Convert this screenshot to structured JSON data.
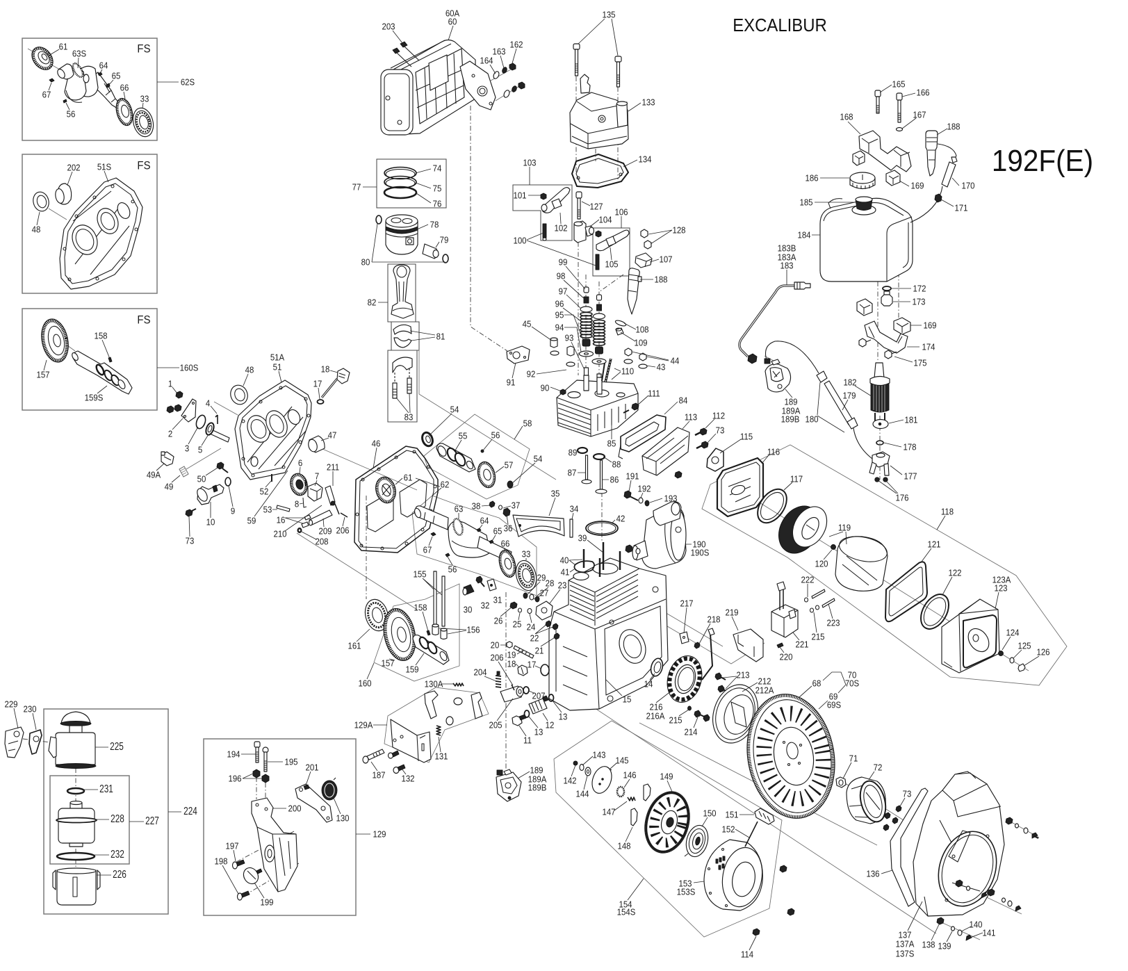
{
  "header": {
    "brand": "EXCALIBUR",
    "model": "192F(E)"
  },
  "insets": {
    "crankshaft_fs": {
      "tag": "FS",
      "assembly": "62S",
      "callouts": [
        "61",
        "63S",
        "64",
        "65",
        "66",
        "33",
        "67",
        "56"
      ]
    },
    "crankcase_cover_fs": {
      "tag": "FS",
      "callouts": [
        "202",
        "51S",
        "48"
      ]
    },
    "camshaft_fs": {
      "tag": "FS",
      "assembly": "160S",
      "callouts": [
        "158",
        "157",
        "159S"
      ]
    }
  },
  "muffler": {
    "callouts": [
      "60A",
      "60",
      "203",
      "164",
      "163",
      "162"
    ]
  },
  "valve_cover": {
    "callouts": [
      "135",
      "133",
      "134"
    ]
  },
  "fuel_tank": {
    "callouts": [
      "165",
      "166",
      "167",
      "168",
      "188",
      "169",
      "170",
      "171",
      "186",
      "185",
      "184",
      "172",
      "173",
      "169",
      "174",
      "175"
    ]
  },
  "fuel_system": {
    "callouts": [
      "183B",
      "183A",
      "183",
      "182",
      "179",
      "181",
      "178",
      "177",
      "176",
      "189",
      "189A",
      "189B",
      "180"
    ]
  },
  "piston_rod": {
    "callouts": [
      "74",
      "75",
      "76",
      "77",
      "78",
      "79",
      "80",
      "82",
      "81",
      "83"
    ]
  },
  "cylinder_head": {
    "callouts": [
      "103",
      "101",
      "102",
      "100",
      "127",
      "104",
      "106",
      "128",
      "105",
      "107",
      "99",
      "98",
      "97",
      "96",
      "95",
      "94",
      "93",
      "188",
      "108",
      "109",
      "45",
      "44",
      "43",
      "110",
      "92",
      "91",
      "90",
      "111",
      "84",
      "113",
      "112",
      "73",
      "115",
      "85",
      "89",
      "88",
      "87",
      "86"
    ]
  },
  "crankcase_cover": {
    "callouts": [
      "1",
      "2",
      "3",
      "4",
      "5",
      "48",
      "51A",
      "51",
      "18",
      "17",
      "47",
      "49A",
      "49",
      "50",
      "6",
      "7",
      "8",
      "52",
      "53",
      "59",
      "16",
      "211",
      "210",
      "208",
      "209",
      "206",
      "10",
      "9",
      "73"
    ]
  },
  "camshaft": {
    "callouts": [
      "46",
      "54",
      "55",
      "56",
      "58",
      "57",
      "54",
      "61",
      "62"
    ]
  },
  "crankshaft": {
    "callouts": [
      "35",
      "34",
      "38",
      "37",
      "36",
      "63",
      "64",
      "65",
      "66",
      "67",
      "33",
      "56"
    ]
  },
  "cylinder_block": {
    "callouts": [
      "42",
      "39",
      "40",
      "41",
      "29",
      "28",
      "27",
      "23",
      "30",
      "32",
      "31",
      "26",
      "25",
      "24",
      "22",
      "21",
      "20",
      "19",
      "206",
      "18",
      "17",
      "15",
      "14"
    ]
  },
  "timing_gear": {
    "callouts": [
      "155",
      "158",
      "156",
      "161",
      "157",
      "159",
      "160"
    ]
  },
  "oil_pump": {
    "callouts": [
      "204",
      "205",
      "207",
      "13",
      "12",
      "13",
      "11"
    ]
  },
  "governor": {
    "callouts": [
      "130A",
      "129A",
      "131",
      "187",
      "132"
    ]
  },
  "fuel_pump": {
    "callouts": [
      "189",
      "189A",
      "189B"
    ]
  },
  "starter_motor": {
    "callouts": [
      "191",
      "192",
      "193",
      "190",
      "190S"
    ]
  },
  "air_cleaner": {
    "callouts": [
      "116",
      "117",
      "118",
      "119",
      "120",
      "121",
      "122",
      "123A",
      "123",
      "124",
      "125",
      "126"
    ]
  },
  "charging_ignition": {
    "callouts": [
      "222",
      "223",
      "215",
      "221",
      "220",
      "219",
      "218",
      "217",
      "216",
      "216A",
      "215",
      "214",
      "213",
      "212",
      "212A"
    ]
  },
  "flywheel": {
    "callouts": [
      "68",
      "70",
      "70S",
      "69",
      "69S",
      "71",
      "72",
      "73"
    ]
  },
  "fan_cover": {
    "callouts": [
      "136",
      "137",
      "137A",
      "137S",
      "138",
      "139",
      "140",
      "141"
    ]
  },
  "oil_bath_air_cleaner": {
    "assembly": "224",
    "callouts": [
      "229",
      "230",
      "225",
      "231",
      "228",
      "227",
      "232",
      "226"
    ]
  },
  "speed_control": {
    "assembly": "129",
    "callouts": [
      "194",
      "195",
      "196",
      "201",
      "200",
      "130",
      "197",
      "198",
      "199"
    ]
  },
  "recoil_starter": {
    "callouts": [
      "142",
      "143",
      "144",
      "145",
      "146",
      "147",
      "148",
      "149",
      "150",
      "151",
      "152",
      "153",
      "153S",
      "154",
      "154S",
      "114"
    ]
  }
}
